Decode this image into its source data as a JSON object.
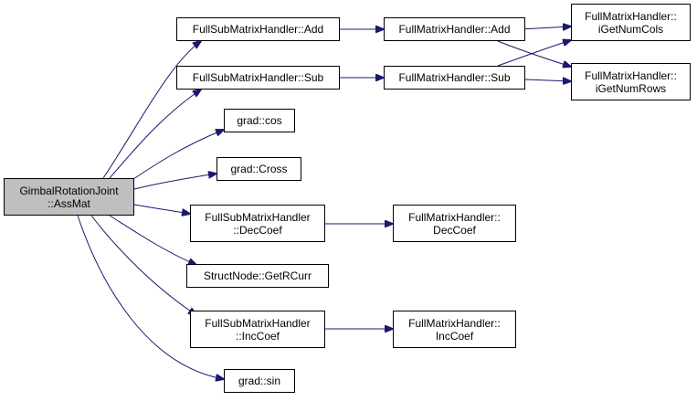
{
  "colors": {
    "edge": "#191970",
    "node_border": "#000000",
    "root_fill": "#bfbfbf",
    "node_fill": "#ffffff"
  },
  "nodes": {
    "root": {
      "line1": "GimbalRotationJoint",
      "line2": "::AssMat"
    },
    "fsm_add": {
      "line1": "FullSubMatrixHandler::Add"
    },
    "fsm_sub": {
      "line1": "FullSubMatrixHandler::Sub"
    },
    "fm_add": {
      "line1": "FullMatrixHandler::Add"
    },
    "fm_sub": {
      "line1": "FullMatrixHandler::Sub"
    },
    "fm_cols": {
      "line1": "FullMatrixHandler::",
      "line2": "iGetNumCols"
    },
    "fm_rows": {
      "line1": "FullMatrixHandler::",
      "line2": "iGetNumRows"
    },
    "grad_cos": {
      "line1": "grad::cos"
    },
    "grad_cross": {
      "line1": "grad::Cross"
    },
    "fsm_dec": {
      "line1": "FullSubMatrixHandler",
      "line2": "::DecCoef"
    },
    "fm_dec": {
      "line1": "FullMatrixHandler::",
      "line2": "DecCoef"
    },
    "sn_getr": {
      "line1": "StructNode::GetRCurr"
    },
    "fsm_inc": {
      "line1": "FullSubMatrixHandler",
      "line2": "::IncCoef"
    },
    "fm_inc": {
      "line1": "FullMatrixHandler::",
      "line2": "IncCoef"
    },
    "grad_sin": {
      "line1": "grad::sin"
    }
  }
}
